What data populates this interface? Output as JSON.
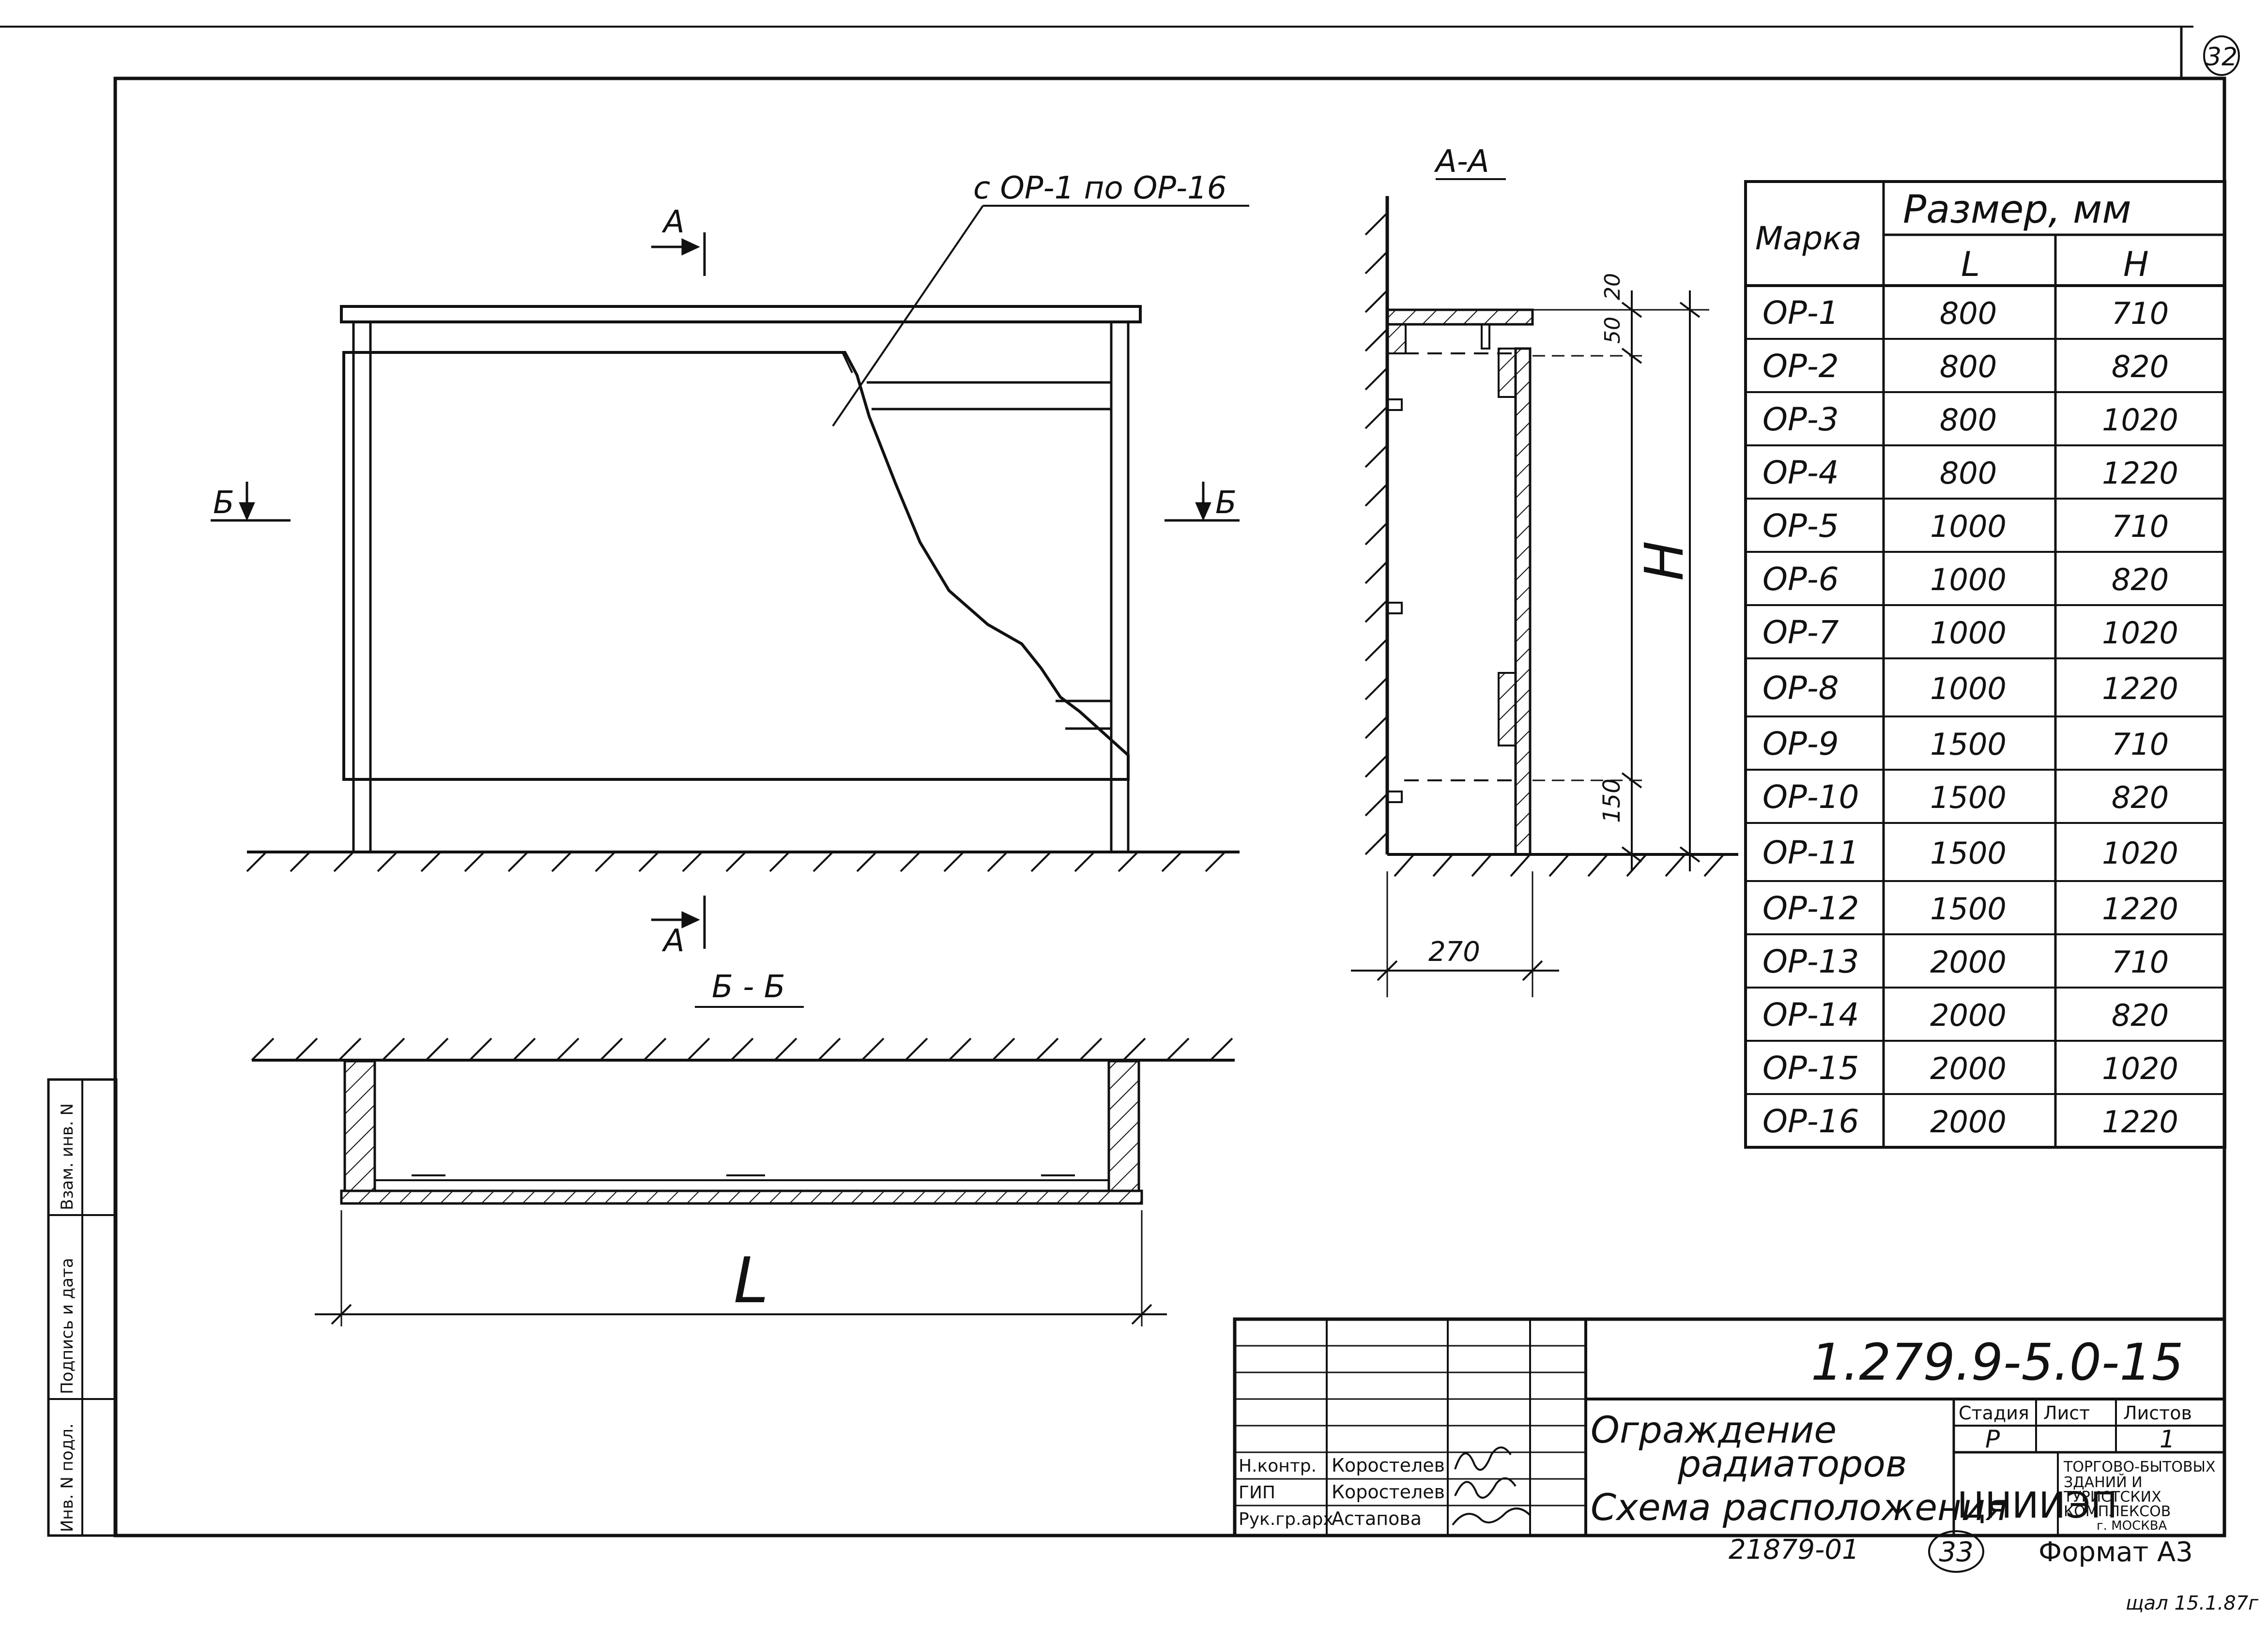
{
  "sheet_number": "32",
  "callout": "с ОР-1 по ОР-16",
  "section_marks": {
    "a": "А",
    "b": "Б"
  },
  "section_titles": {
    "aa": "А-А",
    "bb": "Б - Б"
  },
  "dimensions": {
    "top_gap": "20",
    "top_panel": "50",
    "height": "H",
    "bottom": "150",
    "depth": "270",
    "length": "L"
  },
  "spec_table": {
    "header_mark": "Марка",
    "header_size": "Размер, мм",
    "header_l": "L",
    "header_h": "H",
    "rows": [
      {
        "mark": "ОР-1",
        "l": "800",
        "h": "710"
      },
      {
        "mark": "ОР-2",
        "l": "800",
        "h": "820"
      },
      {
        "mark": "ОР-3",
        "l": "800",
        "h": "1020"
      },
      {
        "mark": "ОР-4",
        "l": "800",
        "h": "1220"
      },
      {
        "mark": "ОР-5",
        "l": "1000",
        "h": "710"
      },
      {
        "mark": "ОР-6",
        "l": "1000",
        "h": "820"
      },
      {
        "mark": "ОР-7",
        "l": "1000",
        "h": "1020"
      },
      {
        "mark": "ОР-8",
        "l": "1000",
        "h": "1220"
      },
      {
        "mark": "ОР-9",
        "l": "1500",
        "h": "710"
      },
      {
        "mark": "ОР-10",
        "l": "1500",
        "h": "820"
      },
      {
        "mark": "ОР-11",
        "l": "1500",
        "h": "1020"
      },
      {
        "mark": "ОР-12",
        "l": "1500",
        "h": "1220"
      },
      {
        "mark": "ОР-13",
        "l": "2000",
        "h": "710"
      },
      {
        "mark": "ОР-14",
        "l": "2000",
        "h": "820"
      },
      {
        "mark": "ОР-15",
        "l": "2000",
        "h": "1020"
      },
      {
        "mark": "ОР-16",
        "l": "2000",
        "h": "1220"
      }
    ]
  },
  "title_block": {
    "doc_code": "1.279.9-5.0-15",
    "title_line1": "Ограждение",
    "title_line2": "радиаторов",
    "title_line3": "Схема расположения",
    "stage_label": "Стадия",
    "sheet_label": "Лист",
    "sheets_label": "Листов",
    "stage_value": "Р",
    "sheets_value": "1",
    "org_logo": "ЦНИИЭП",
    "org_line1": "ТОРГОВО-БЫТОВЫХ",
    "org_line2": "ЗДАНИЙ И",
    "org_line3": "ТУРИСТСКИХ",
    "org_line4": "КОМПЛЕКСОВ",
    "org_line5": "г. МОСКВА",
    "signatures": [
      {
        "role": "Н.контр.",
        "name": "Коростелев"
      },
      {
        "role": "ГИП",
        "name": "Коростелев"
      },
      {
        "role": "Рук.гр.арх",
        "name": "Астапова"
      }
    ]
  },
  "side_stamp": [
    "Инв. N подл.",
    "Подпись и дата",
    "Взам. инв. N"
  ],
  "footer": {
    "archive_number": "21879-01",
    "copy_number": "33",
    "format": "Формат А3",
    "note": "щал 15.1.87г"
  }
}
